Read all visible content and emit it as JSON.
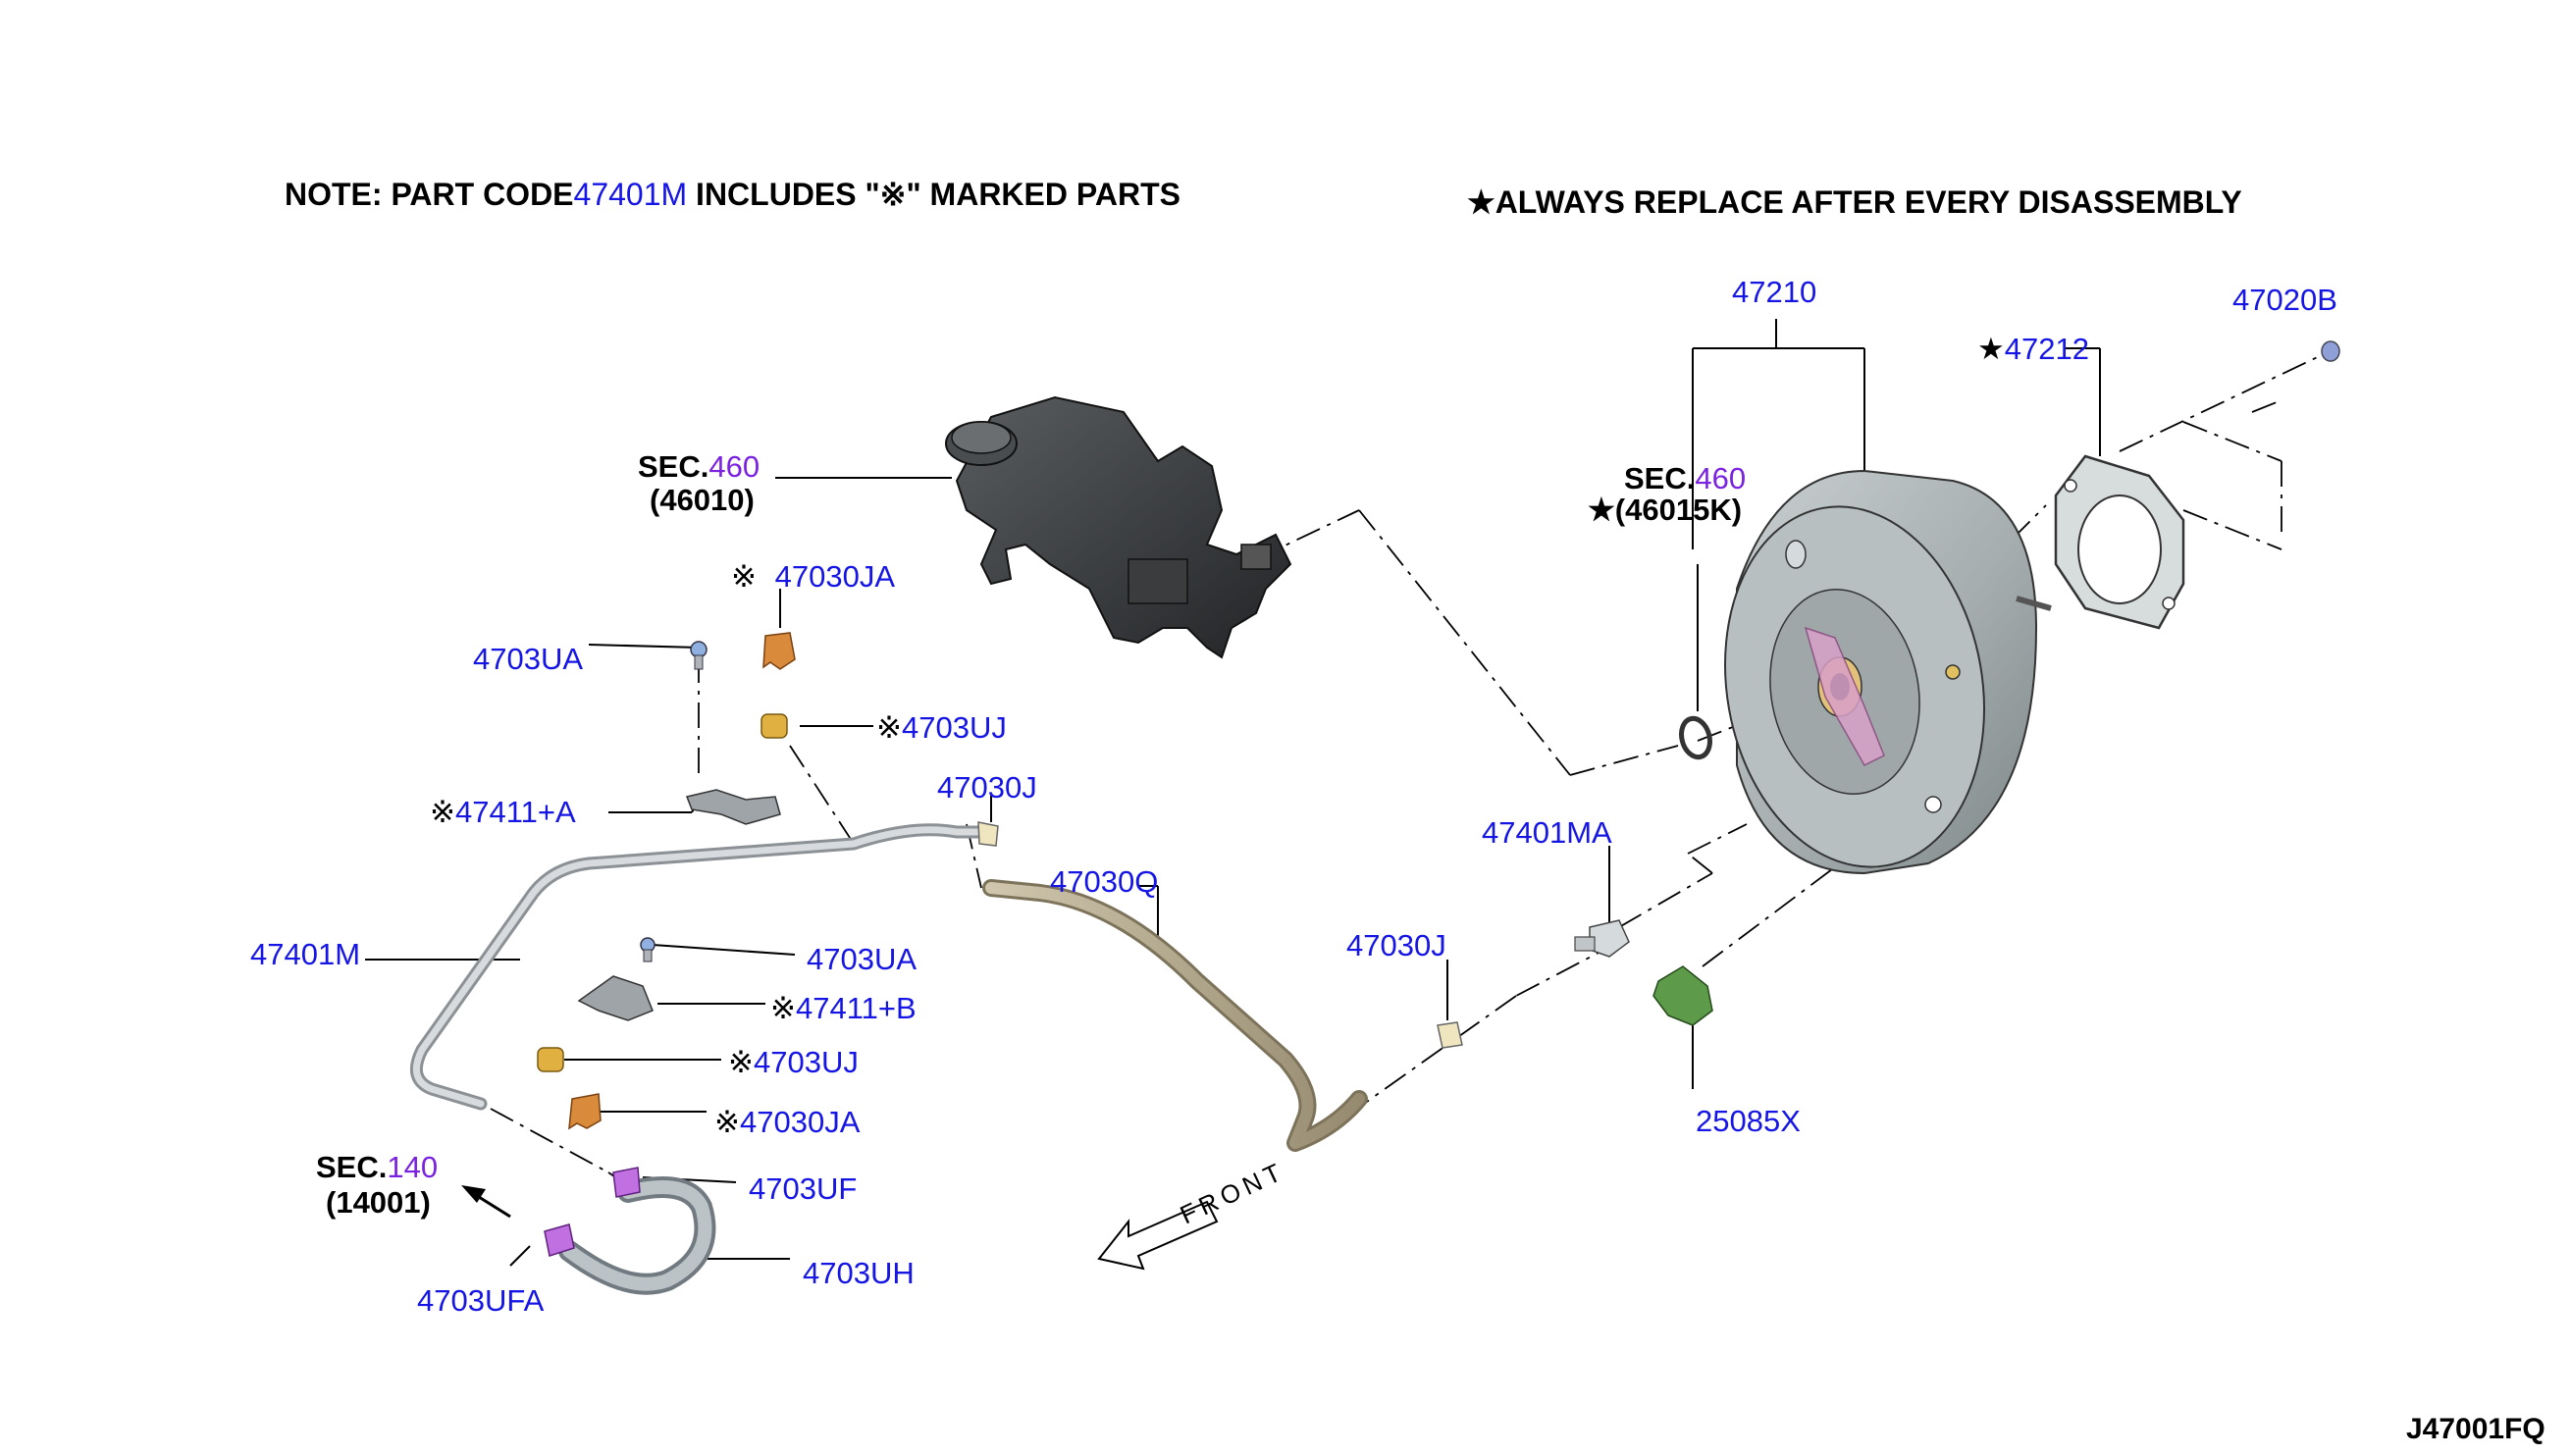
{
  "notes": {
    "part_code_prefix": "NOTE: PART CODE",
    "part_code": "47401M",
    "part_code_suffix": " INCLUDES \"",
    "part_code_mark": "※",
    "part_code_end": "\" MARKED PARTS",
    "star": "★",
    "always_replace": "ALWAYS REPLACE AFTER EVERY DISASSEMBLY"
  },
  "sections": {
    "sec460_top": {
      "prefix": "SEC.",
      "num": "460",
      "code": "(46010)"
    },
    "sec460_right": {
      "prefix": "SEC.",
      "num": "460",
      "code": "(46015K)",
      "mark": "★"
    },
    "sec140": {
      "prefix": "SEC.",
      "num": "140",
      "code": "(14001)"
    }
  },
  "parts": {
    "p47210": "47210",
    "p47212": "47212",
    "p47212_mark": "★",
    "p47020B": "47020B",
    "p47030JA_top": "47030JA",
    "p47030JA_top_mark": "※",
    "p4703UA_top": "4703UA",
    "p4703UJ_top": "4703UJ",
    "p4703UJ_top_mark": "※",
    "p47411A": "47411+A",
    "p47411A_mark": "※",
    "p47030J_top": "47030J",
    "p47030Q": "47030Q",
    "p47401M": "47401M",
    "p4703UA_mid": "4703UA",
    "p47411B": "47411+B",
    "p47411B_mark": "※",
    "p4703UJ_mid": "4703UJ",
    "p4703UJ_mid_mark": "※",
    "p47030JA_low": "47030JA",
    "p47030JA_low_mark": "※",
    "p4703UF": "4703UF",
    "p4703UH": "4703UH",
    "p4703UFA": "4703UFA",
    "p47401MA": "47401MA",
    "p47030J_right": "47030J",
    "p25085X": "25085X"
  },
  "front_label": "FRONT",
  "diagram_code": "J47001FQ",
  "colors": {
    "label_blue": "#1515e6",
    "section_purple": "#7a22e0",
    "booster_gray": "#a3abab",
    "pipe_gray": "#b8bcc0",
    "hose_tan": "#b3a98f",
    "clip_orange": "#d98a3a",
    "clip_purple": "#b84fd8",
    "sensor_green": "#5d9a4a"
  }
}
